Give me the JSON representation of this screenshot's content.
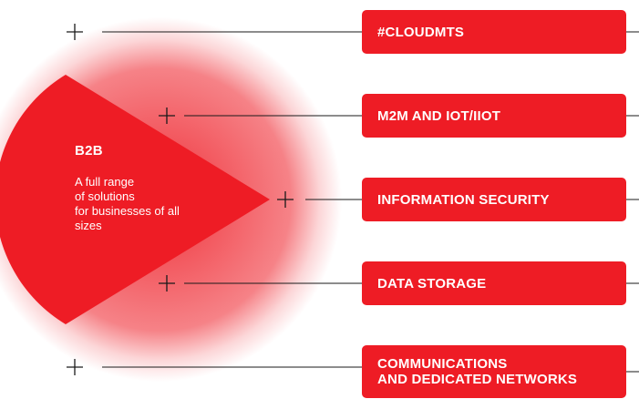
{
  "colors": {
    "accent": "#ee1c25",
    "line": "#1a1a1a"
  },
  "hub": {
    "title": "B2B",
    "description": "A full range\nof solutions\nfor businesses of all\nsizes"
  },
  "services": [
    {
      "label": "#CLOUDMTS"
    },
    {
      "label": "M2M AND IOT/IIOT"
    },
    {
      "label": "INFORMATION SECURITY"
    },
    {
      "label": "DATA STORAGE"
    },
    {
      "label": "COMMUNICATIONS\nAND DEDICATED NETWORKS"
    }
  ]
}
